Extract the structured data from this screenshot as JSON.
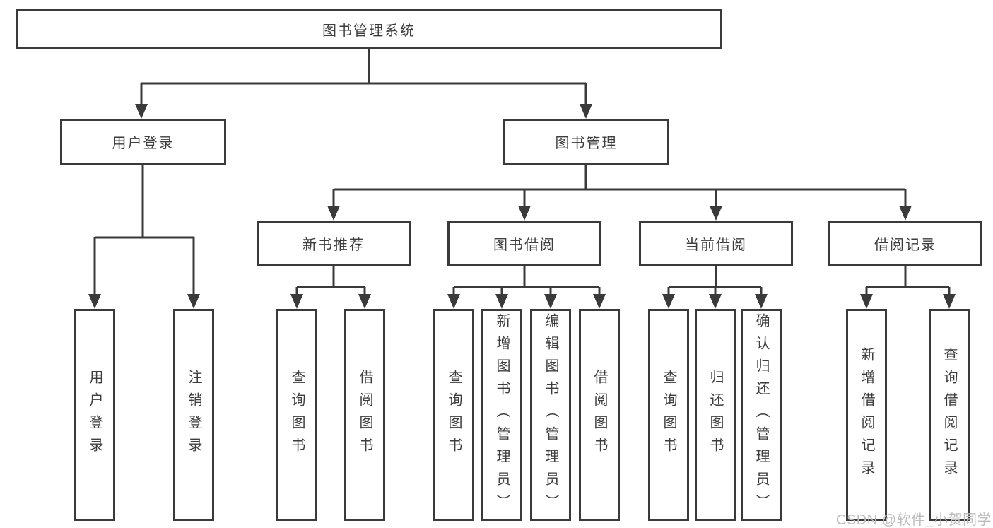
{
  "diagram": {
    "title": "图书管理系统",
    "children": [
      {
        "label": "用户登录",
        "children": [
          {
            "label": "用户登录"
          },
          {
            "label": "注销登录"
          }
        ]
      },
      {
        "label": "图书管理",
        "children": [
          {
            "label": "新书推荐",
            "children": [
              {
                "label": "查询图书"
              },
              {
                "label": "借阅图书"
              }
            ]
          },
          {
            "label": "图书借阅",
            "children": [
              {
                "label": "查询图书"
              },
              {
                "label": "新增图书（管理员）"
              },
              {
                "label": "编辑图书（管理员）"
              },
              {
                "label": "借阅图书"
              }
            ]
          },
          {
            "label": "当前借阅",
            "children": [
              {
                "label": "查询图书"
              },
              {
                "label": "归还图书"
              },
              {
                "label": "确认归还（管理员）"
              }
            ]
          },
          {
            "label": "借阅记录",
            "children": [
              {
                "label": "新增借阅记录"
              },
              {
                "label": "查询借阅记录"
              }
            ]
          }
        ]
      }
    ]
  },
  "watermark": "CSDN @软件_小贺同学",
  "colors": {
    "line": "#3a3a3a",
    "box_border": "#3a3a3a",
    "text": "#3d3d3d",
    "watermark": "#bdbdbd",
    "background": "#ffffff"
  }
}
